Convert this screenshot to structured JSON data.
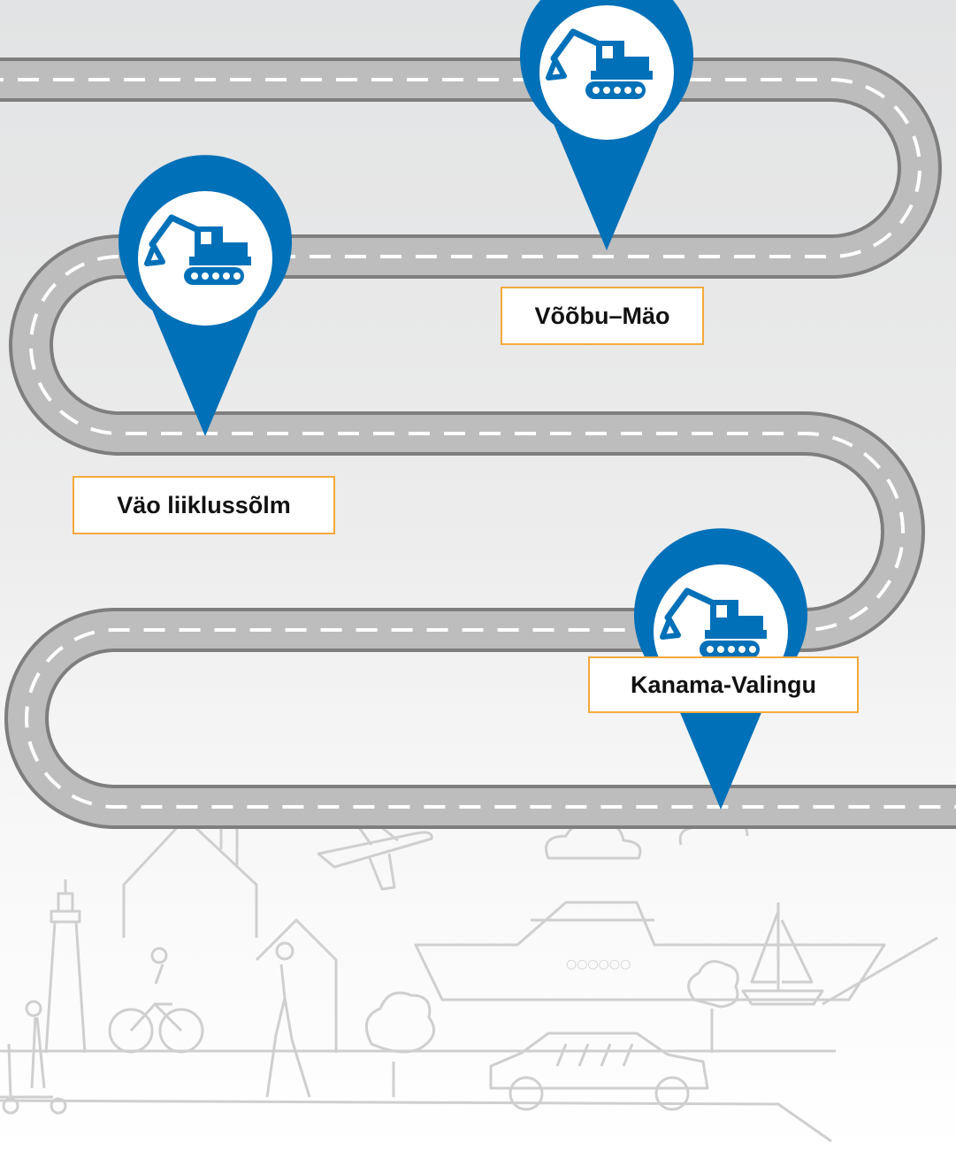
{
  "locations": [
    {
      "id": "voobu-mao",
      "label": "Võõbu–Mäo",
      "icon": "excavator-icon"
    },
    {
      "id": "vao-liiklussolm",
      "label": "Väo liiklussõlm",
      "icon": "excavator-icon"
    },
    {
      "id": "kanama-valingu",
      "label": "Kanama-Valingu",
      "icon": "excavator-icon"
    }
  ],
  "ship_windows": "○○○○○○",
  "colors": {
    "pin": "#0070b8",
    "road": "#b9b9b9",
    "road_edge": "#7e7e7e",
    "lane_marking": "#ffffff",
    "label_border": "#f4a93b",
    "skyline": "#c9c9c9"
  }
}
